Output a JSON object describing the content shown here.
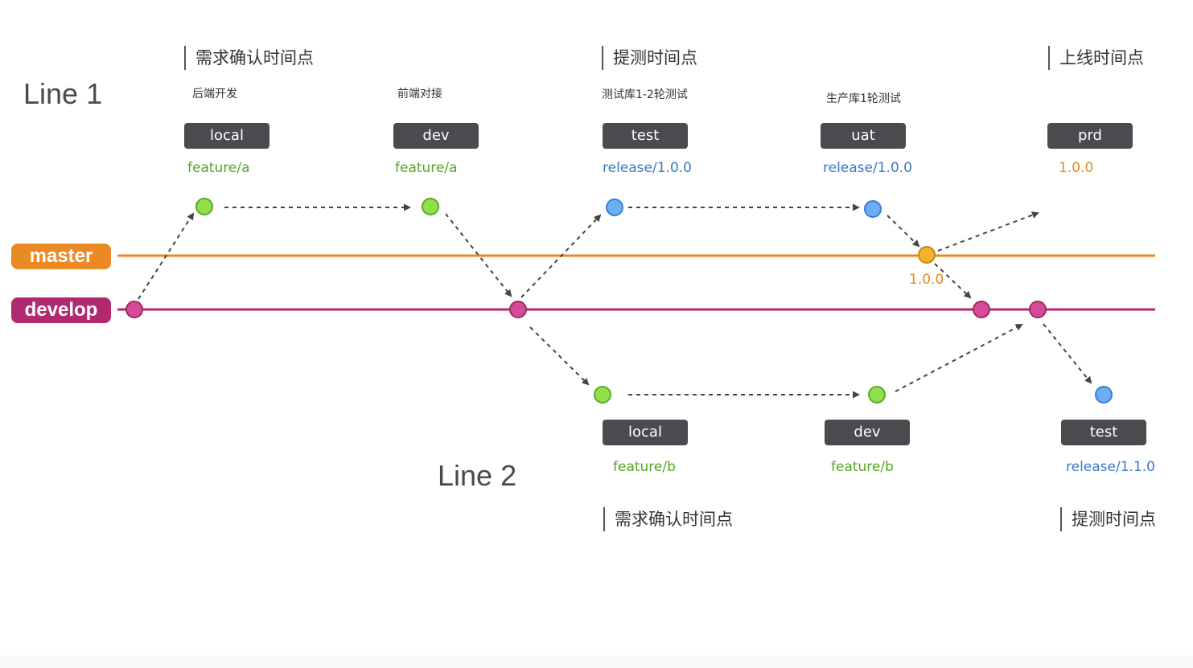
{
  "line1": {
    "title": "Line 1",
    "milestones": [
      "需求确认时间点",
      "提测时间点",
      "上线时间点"
    ],
    "stages": [
      {
        "desc": "后端开发",
        "env": "local",
        "branch": "feature/a"
      },
      {
        "desc": "前端对接",
        "env": "dev",
        "branch": "feature/a"
      },
      {
        "desc": "测试库1-2轮测试",
        "env": "test",
        "branch": "release/1.0.0"
      },
      {
        "desc": "生产库1轮测试",
        "env": "uat",
        "branch": "release/1.0.0"
      },
      {
        "desc": "",
        "env": "prd",
        "branch": "1.0.0"
      }
    ]
  },
  "line2": {
    "title": "Line 2",
    "milestones": [
      "需求确认时间点",
      "提测时间点"
    ],
    "stages": [
      {
        "env": "local",
        "branch": "feature/b"
      },
      {
        "env": "dev",
        "branch": "feature/b"
      },
      {
        "env": "test",
        "branch": "release/1.1.0"
      }
    ]
  },
  "branches": {
    "master": {
      "label": "master",
      "color": "#ea8a24"
    },
    "develop": {
      "label": "develop",
      "color": "#b02a6d"
    }
  },
  "tag_label": "1.0.0",
  "colors": {
    "feature": "#8fe04a",
    "release": "#6aaef5",
    "master": "#f2b233",
    "develop": "#d64a98",
    "arrow": "#555555"
  }
}
